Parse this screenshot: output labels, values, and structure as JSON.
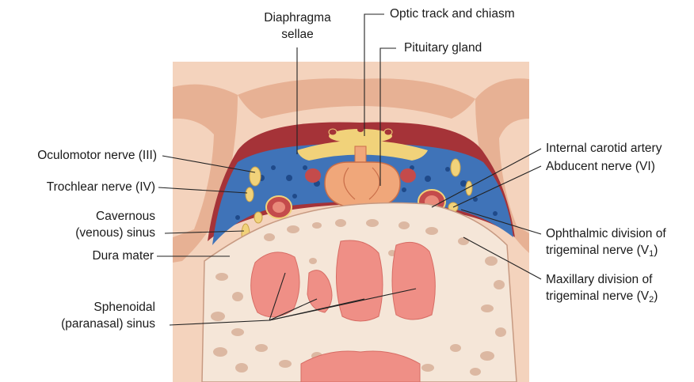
{
  "labels": {
    "diaphragma_line1": "Diaphragma",
    "diaphragma_line2": "sellae",
    "optic": "Optic track and chiasm",
    "pituitary": "Pituitary gland",
    "oculomotor": "Oculomotor nerve (III)",
    "trochlear": "Trochlear nerve (IV)",
    "cavernous_line1": "Cavernous",
    "cavernous_line2": "(venous) sinus",
    "dura": "Dura mater",
    "sphenoidal_line1": "Sphenoidal",
    "sphenoidal_line2": "(paranasal) sinus",
    "carotid": "Internal carotid artery",
    "abducent": "Abducent nerve (VI)",
    "ophthalmic_line1": "Ophthalmic division of",
    "ophthalmic_line2_prefix": "trigeminal nerve (V",
    "ophthalmic_sub": "1",
    "ophthalmic_suffix": ")",
    "maxillary_line1": "Maxillary division of",
    "maxillary_line2_prefix": "trigeminal nerve (V",
    "maxillary_sub": "2",
    "maxillary_suffix": ")"
  },
  "colors": {
    "background_tissue": "#f4d3bd",
    "brain_fold": "#e8b396",
    "dura_red": "#a53338",
    "cavernous_blue": "#3f73b8",
    "cavernous_dark": "#1f4a8a",
    "pituitary": "#f0a77a",
    "nerve_yellow": "#f1d27a",
    "bone": "#f5e6d8",
    "bone_pore": "#d9b9a4",
    "sinus_pink": "#ef8f86",
    "leader": "#222222"
  }
}
